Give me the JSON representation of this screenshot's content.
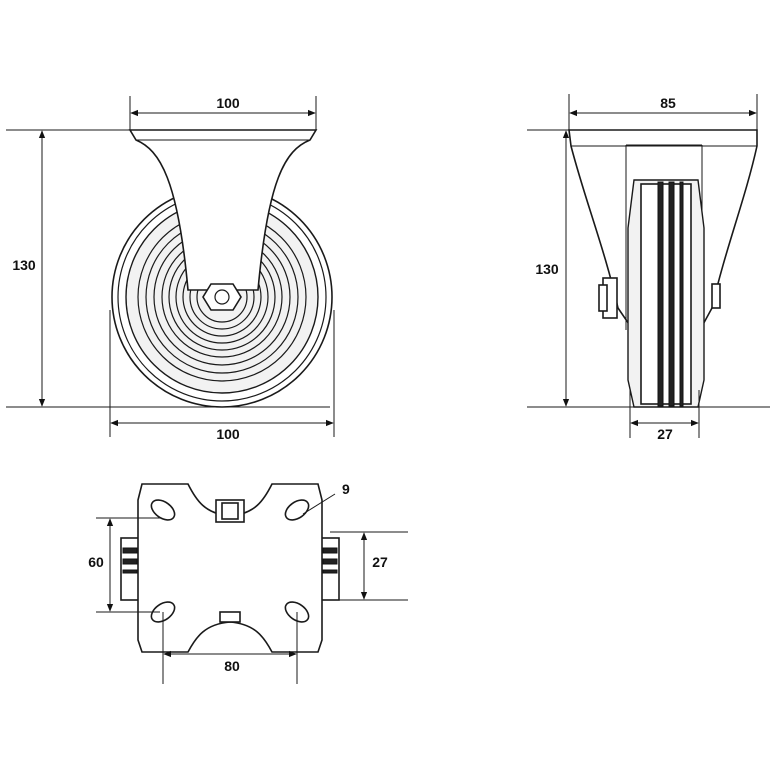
{
  "views": {
    "front": {
      "top_width": "100",
      "height": "130",
      "base_width": "100"
    },
    "side": {
      "top_width": "85",
      "height": "130",
      "wheel_width": "27"
    },
    "top": {
      "hole_diameter": "9",
      "hole_spacing_vertical": "60",
      "wheel_width": "27",
      "hole_spacing_horizontal": "80"
    }
  }
}
